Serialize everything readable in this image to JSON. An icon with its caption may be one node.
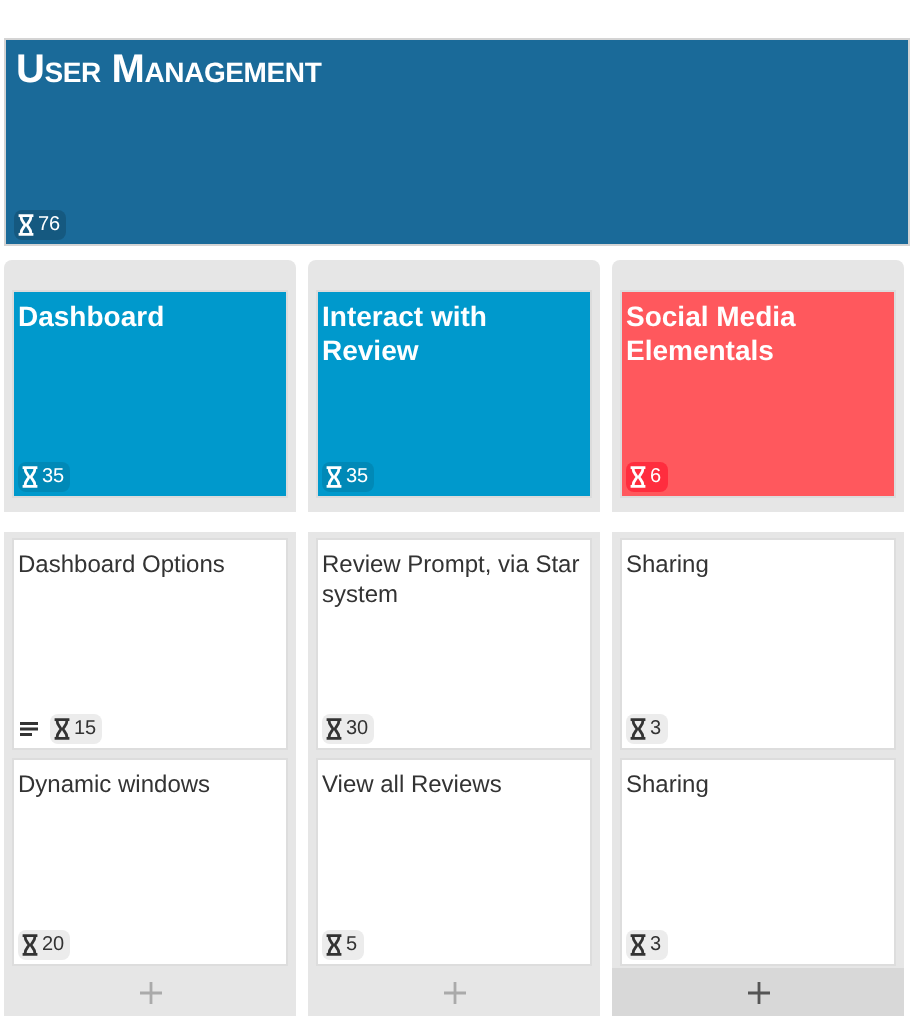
{
  "diagram": {
    "nodes": [
      {
        "text": [
          "User Management",
          "76"
        ]
      },
      {
        "text": [
          "Dashboard",
          "35"
        ]
      },
      {
        "text": [
          "Interact with Review",
          "35"
        ]
      },
      {
        "text": [
          "Social Media Elementals",
          "6"
        ]
      },
      {
        "text": [
          "Dashboard Options",
          "15"
        ]
      },
      {
        "text": [
          "Review Prompt, via Star system",
          "30"
        ]
      },
      {
        "text": [
          "Sharing",
          "3"
        ]
      },
      {
        "text": [
          "Dynamic windows",
          "20"
        ]
      },
      {
        "text": [
          "View all Reviews",
          "5"
        ]
      },
      {
        "text": [
          "Sharing",
          "3"
        ]
      }
    ],
    "edges": []
  }
}
